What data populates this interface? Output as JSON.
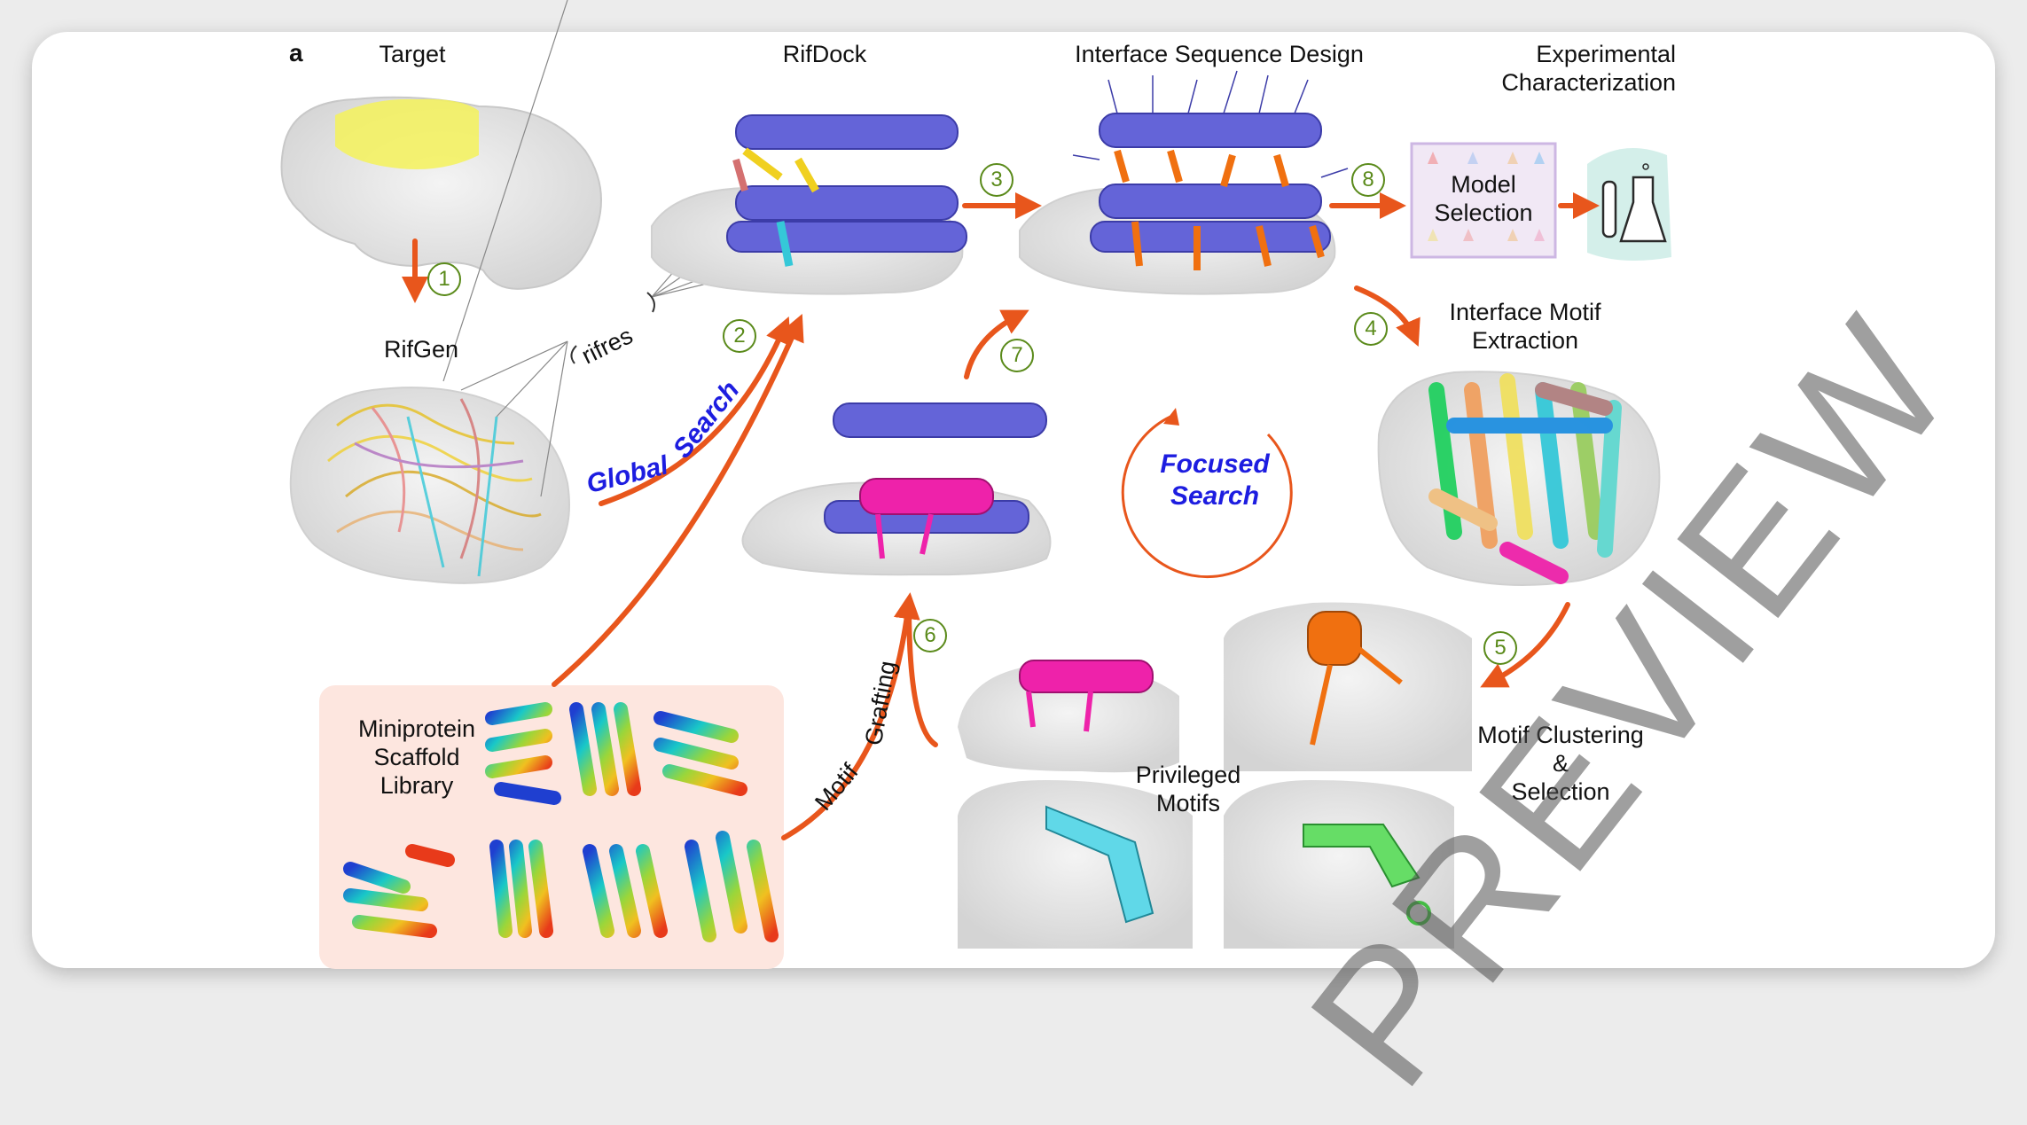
{
  "panel_letter": "a",
  "labels": {
    "target": "Target",
    "rifdock": "RifDock",
    "interface_sequence_design": "Interface Sequence Design",
    "experimental_characterization": "Experimental\nCharacterization",
    "rifgen": "RifGen",
    "rifres": "rifres",
    "model_selection": "Model\nSelection",
    "interface_motif_extraction": "Interface Motif\nExtraction",
    "miniprotein_library": "Miniprotein\nScaffold\nLibrary",
    "privileged_motifs": "Privileged\nMotifs",
    "motif_clustering": "Motif Clustering\n&\nSelection",
    "global": "Global",
    "search": "Search",
    "focused_search": "Focused\nSearch",
    "motif": "Motif",
    "grafting": "Grafting"
  },
  "steps": [
    "1",
    "2",
    "3",
    "4",
    "5",
    "6",
    "7",
    "8"
  ],
  "watermark": "PREVIEW",
  "colors": {
    "arrow": "#e8561c",
    "step": "#5a8a1a",
    "search_text": "#1d1de0",
    "helix_blue": "#6464d8",
    "surface": "#e2e2e2"
  }
}
